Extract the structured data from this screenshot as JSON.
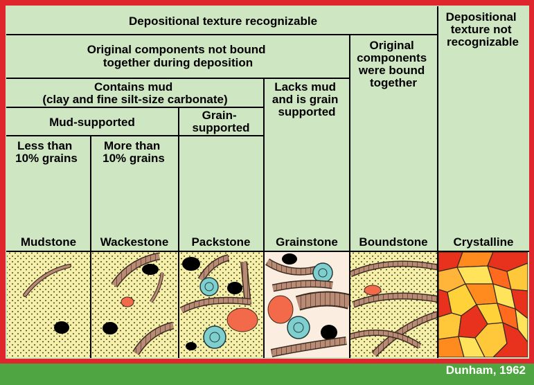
{
  "colors": {
    "frame_red": "#e0262d",
    "cell_green": "#cfe6c2",
    "outer_green": "#4ea541",
    "mud_yellow": "#f6efa8",
    "grain_cream": "#fbeee0",
    "shell_brown": "#b98a74",
    "peloid_orange": "#f26a4a",
    "ooid_teal": "#7fcfcf",
    "crystal_red": "#e8321e",
    "crystal_yellow": "#ffd23a"
  },
  "headers": {
    "depositional_recognizable": "Depositional texture recognizable",
    "not_recognizable": [
      "Depositional",
      "texture not",
      "recognizable"
    ],
    "not_bound": [
      "Original components not bound",
      "together during deposition"
    ],
    "bound": [
      "Original",
      "components",
      "were bound",
      "together"
    ],
    "contains_mud": [
      "Contains mud",
      "(clay and fine silt-size carbonate)"
    ],
    "lacks_mud": [
      "Lacks mud",
      "and is grain",
      "supported"
    ],
    "mud_supported": "Mud-supported",
    "grain_supported": [
      "Grain-",
      "supported"
    ],
    "less_than": [
      "Less than",
      "10% grains"
    ],
    "more_than": [
      "More than",
      "10% grains"
    ]
  },
  "rock_types": [
    {
      "id": "mudstone",
      "name": "Mudstone"
    },
    {
      "id": "wackestone",
      "name": "Wackestone"
    },
    {
      "id": "packstone",
      "name": "Packstone"
    },
    {
      "id": "grainstone",
      "name": "Grainstone"
    },
    {
      "id": "boundstone",
      "name": "Boundstone"
    },
    {
      "id": "crystalline",
      "name": "Crystalline"
    }
  ],
  "credit": "Dunham, 1962"
}
